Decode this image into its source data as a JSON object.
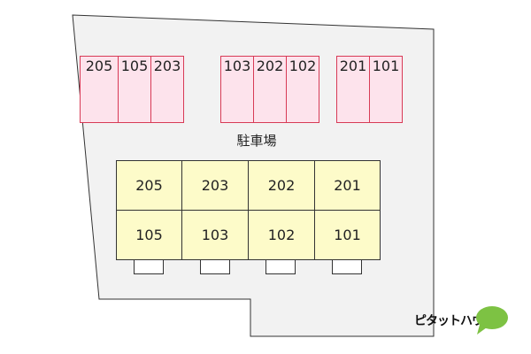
{
  "parking": {
    "label": "駐車場",
    "slots": [
      {
        "number": "205"
      },
      {
        "number": "105"
      },
      {
        "number": "203"
      },
      {
        "number": "103"
      },
      {
        "number": "202"
      },
      {
        "number": "102"
      },
      {
        "number": "201"
      },
      {
        "number": "101"
      }
    ]
  },
  "building": {
    "upper_units": [
      "205",
      "203",
      "202",
      "201"
    ],
    "lower_units": [
      "105",
      "103",
      "102",
      "101"
    ]
  },
  "logo": {
    "text": "ピタットハウス"
  },
  "colors": {
    "site_fill": "#f2f2f2",
    "slot_fill": "#fde3ec",
    "slot_border": "#d83a56",
    "building_fill": "#fdfbc9",
    "logo_green": "#7dc243"
  }
}
